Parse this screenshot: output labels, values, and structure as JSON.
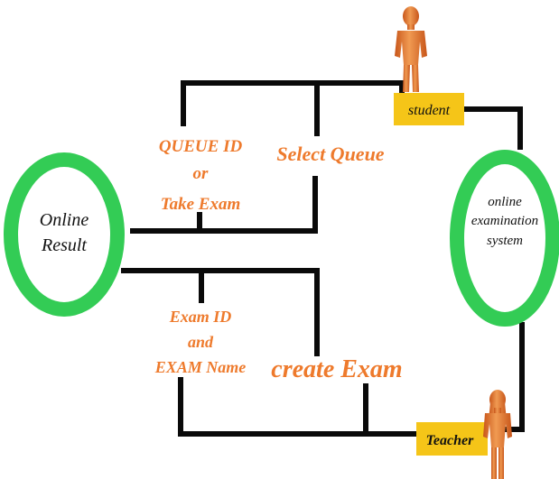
{
  "nodes": {
    "online_result": {
      "line1": "Online",
      "line2": "Result"
    },
    "online_exam_system": {
      "line1": "online",
      "line2": "examination",
      "line3": "system"
    },
    "student": {
      "label": "student"
    },
    "teacher": {
      "label": "Teacher"
    }
  },
  "flows": {
    "queue_id": {
      "line1": "QUEUE ID",
      "line2": "or",
      "line3": "Take Exam"
    },
    "select_queue": {
      "label": "Select Queue"
    },
    "exam_id": {
      "line1": "Exam ID",
      "line2": "and",
      "line3": "EXAM Name"
    },
    "create_exam": {
      "label": "create Exam"
    }
  },
  "colors": {
    "circle_ring": "#33cc55",
    "flow_line": "#0a0a0a",
    "label_box": "#f5c518",
    "flow_text": "#ee7a2c",
    "figure": "#e8772a"
  },
  "icons": {
    "student_figure": "person-figure",
    "teacher_figure": "person-figure"
  }
}
